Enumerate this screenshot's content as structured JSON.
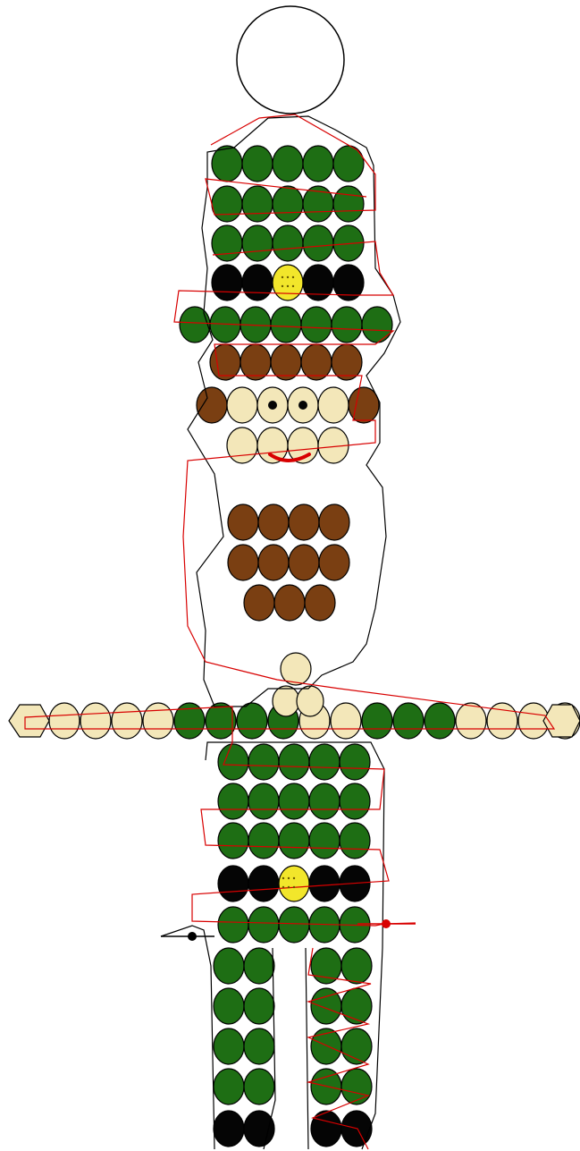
{
  "pattern": {
    "colors": {
      "green": "#1e6e14",
      "black": "#050505",
      "brown": "#7a3f12",
      "cream": "#f3e7b9",
      "yellow": "#f2e62b",
      "outline": "#000000",
      "red_path": "#d80000",
      "black_path": "#000000",
      "background": "#ffffff"
    },
    "bead_color_legend": [
      "green",
      "black",
      "brown",
      "cream",
      "yellow"
    ],
    "features": {
      "hanging_ring": "loop",
      "eyes": "dot-eyes",
      "smile": "red-smile",
      "buckles": "yellow-buckle",
      "string_end_markers": "string-ends"
    }
  }
}
